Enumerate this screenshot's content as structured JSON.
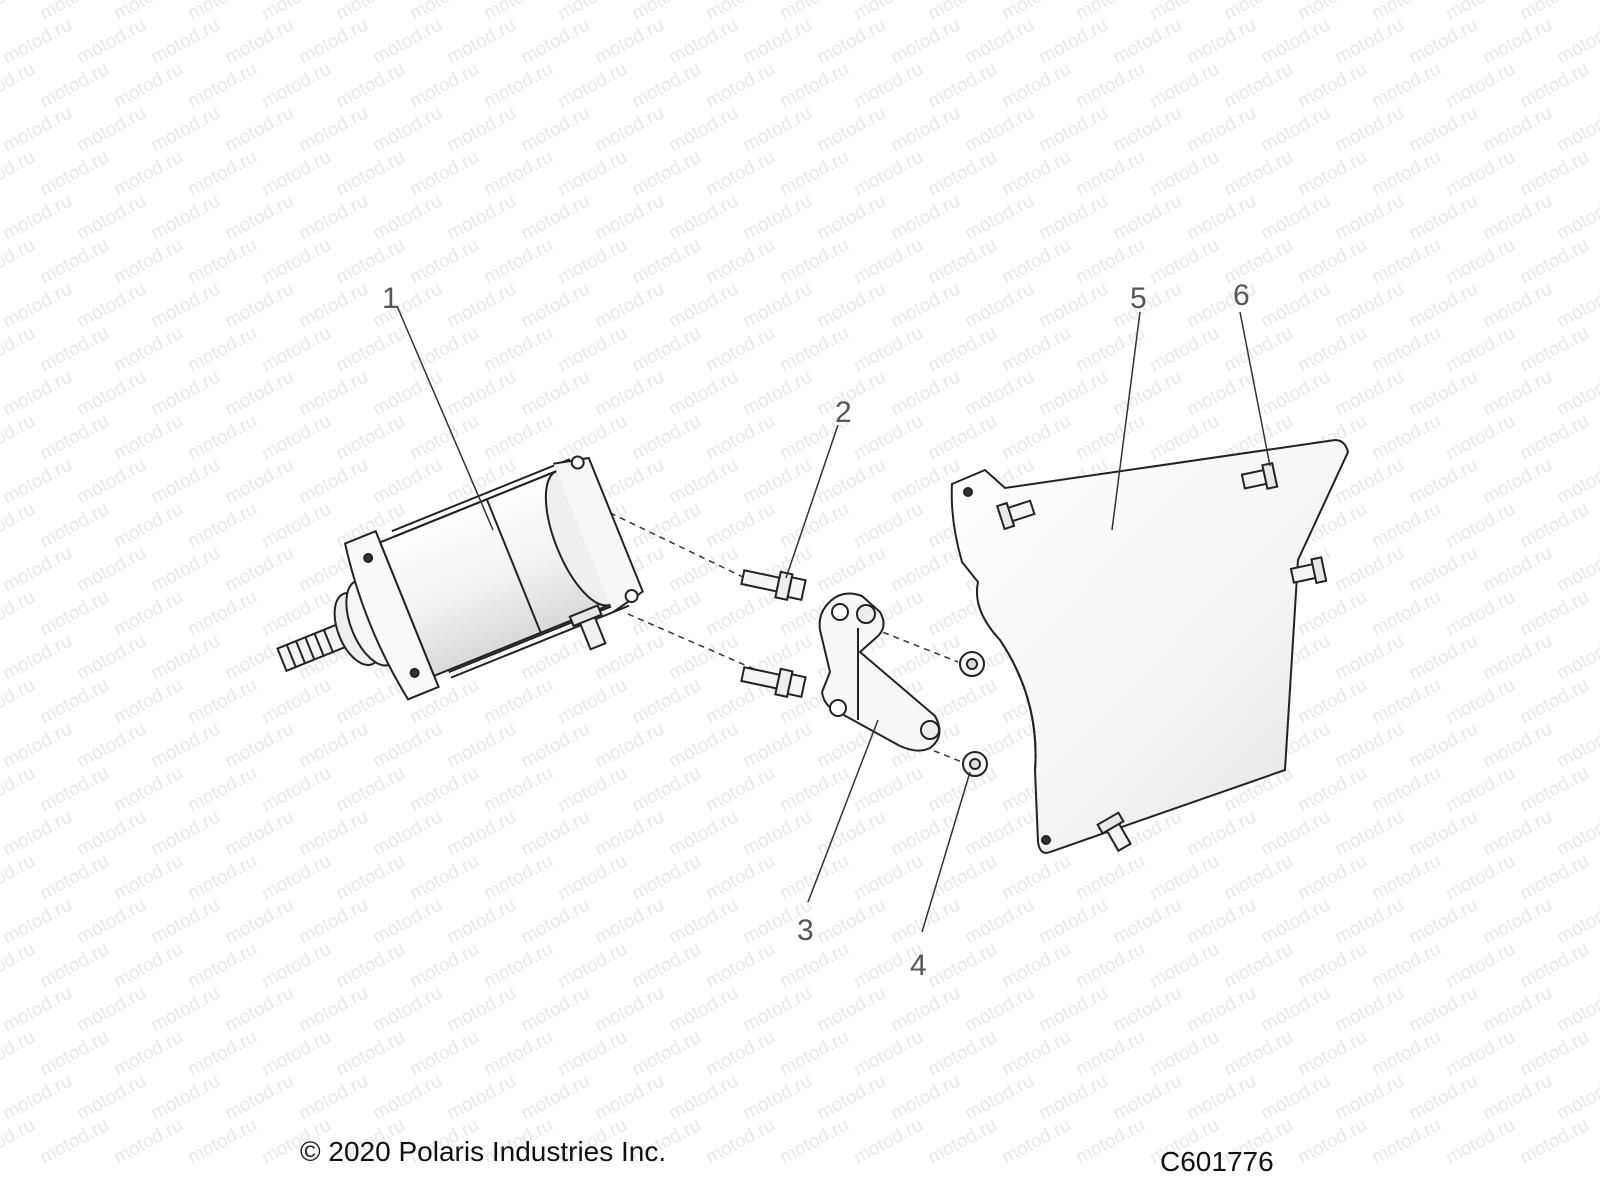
{
  "callouts": [
    {
      "id": "1",
      "label": "1"
    },
    {
      "id": "2",
      "label": "2"
    },
    {
      "id": "3",
      "label": "3"
    },
    {
      "id": "4",
      "label": "4"
    },
    {
      "id": "5",
      "label": "5"
    },
    {
      "id": "6",
      "label": "6"
    }
  ],
  "footer": {
    "copyright": "© 2020 Polaris Industries Inc.",
    "figure_code": "C601776"
  },
  "watermark": {
    "text": "motod.ru"
  },
  "colors": {
    "line": "#222222",
    "callout": "#555555",
    "background": "#ffffff"
  }
}
